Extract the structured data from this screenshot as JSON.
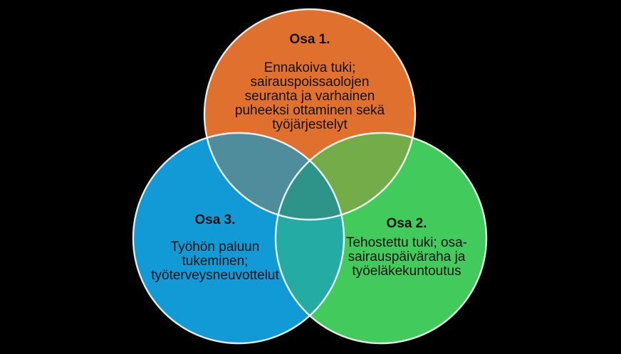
{
  "page": {
    "background": "#000000"
  },
  "diagram": {
    "type": "venn-3-circles",
    "stroke_color": "#FFFFFF",
    "colors": {
      "osa1": "#E0702E",
      "osa2": "#42CB5C",
      "osa3": "#129AD6",
      "overlap_osa1_osa3": "#4F8C9C",
      "overlap_osa1_osa2": "#74AC4A",
      "overlap_osa2_osa3": "#23ABA4",
      "overlap_center": "#2E9489"
    },
    "sections": [
      {
        "label": "Osa 1.",
        "text": "Ennakoiva tuki;\nsairauspoissaolojen\nseuranta ja varhainen\npuheeksi ottaminen sekä\ntyöjärjestelyt",
        "position": "top",
        "color_key": "osa1"
      },
      {
        "label": "Osa 2.",
        "text": "Tehostettu tuki; osa-\nsairauspäiväraha ja\ntyöeläkekuntoutus",
        "position": "bottom-right",
        "color_key": "osa2"
      },
      {
        "label": "Osa 3.",
        "text": "Työhön paluun\ntukeminen;\ntyöterveysneuvottelut",
        "position": "bottom-left",
        "color_key": "osa3"
      }
    ]
  }
}
